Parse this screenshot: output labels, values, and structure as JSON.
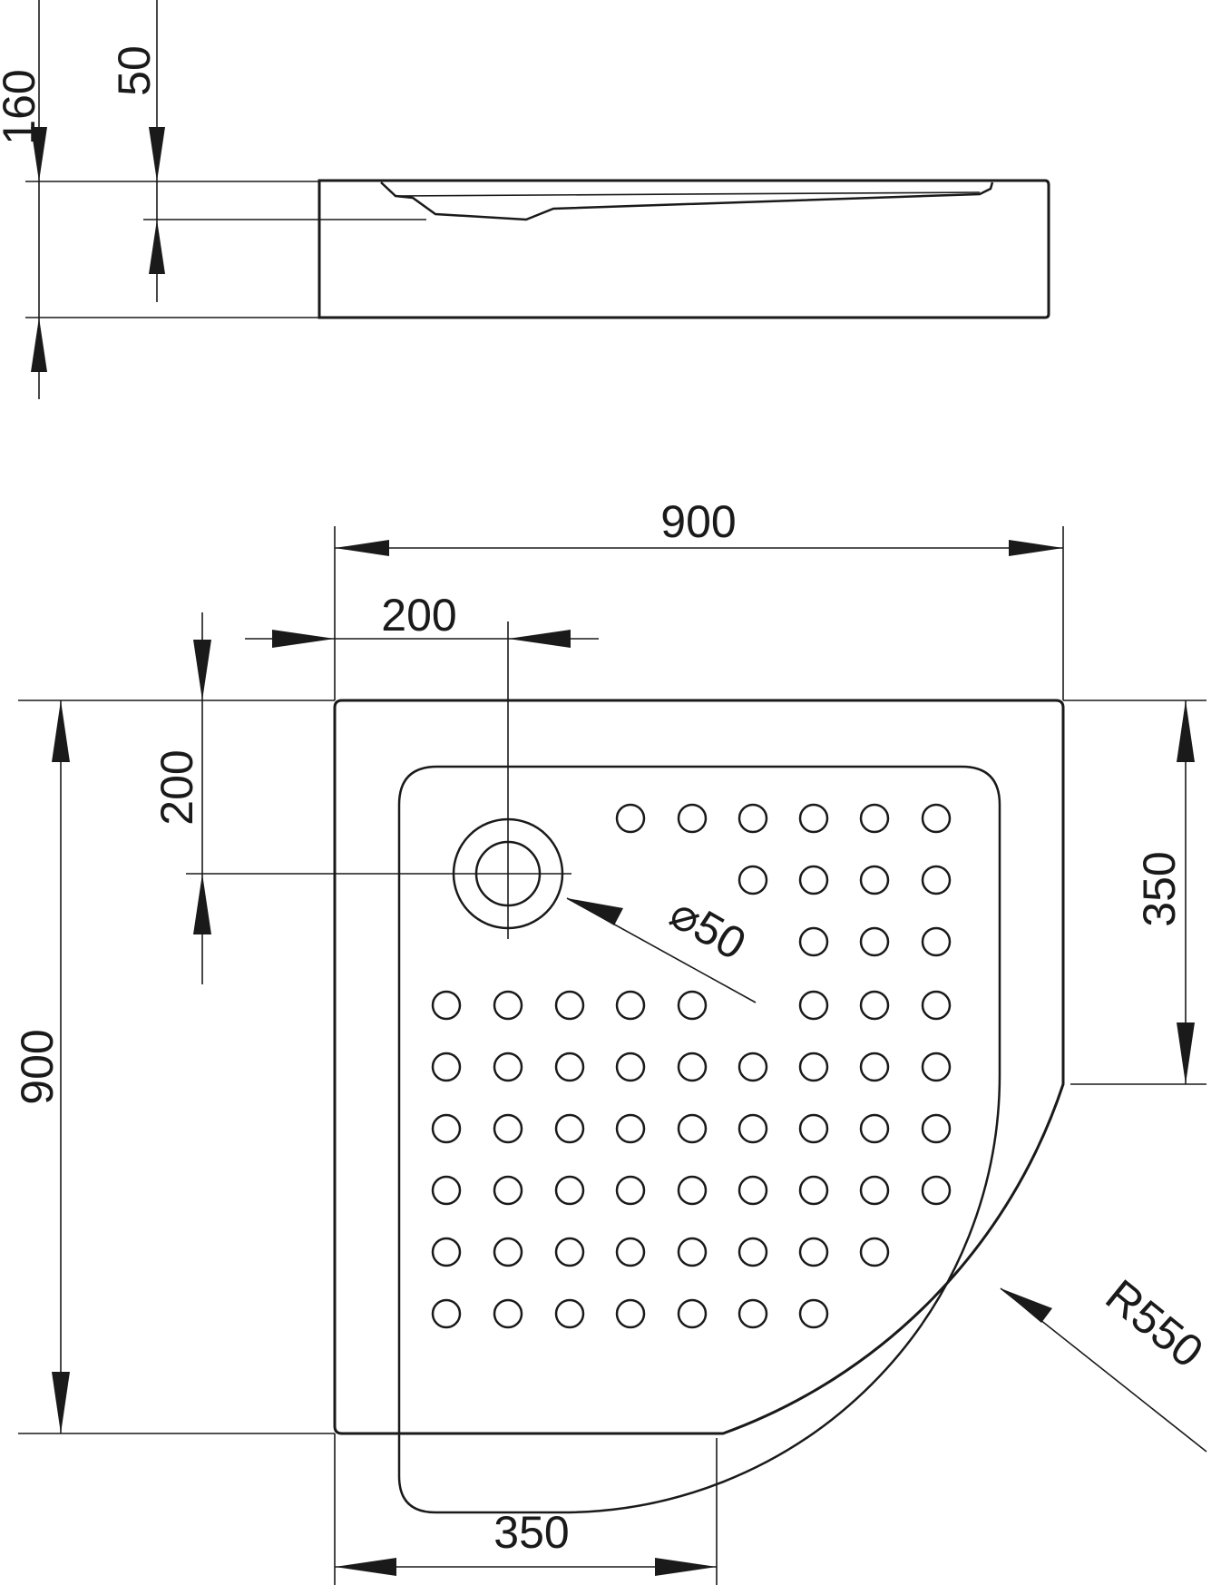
{
  "side_view": {
    "total_height_label": "160",
    "recess_depth_label": "50"
  },
  "top_view": {
    "width_label": "900",
    "depth_label": "900",
    "drain_x_offset_label": "200",
    "drain_y_offset_label": "200",
    "drain_diameter_label": "⌀50",
    "straight_side_right_label": "350",
    "straight_side_bottom_label": "350",
    "radius_label": "R550"
  },
  "colors": {
    "line": "#1a1a1a",
    "background": "#ffffff"
  }
}
